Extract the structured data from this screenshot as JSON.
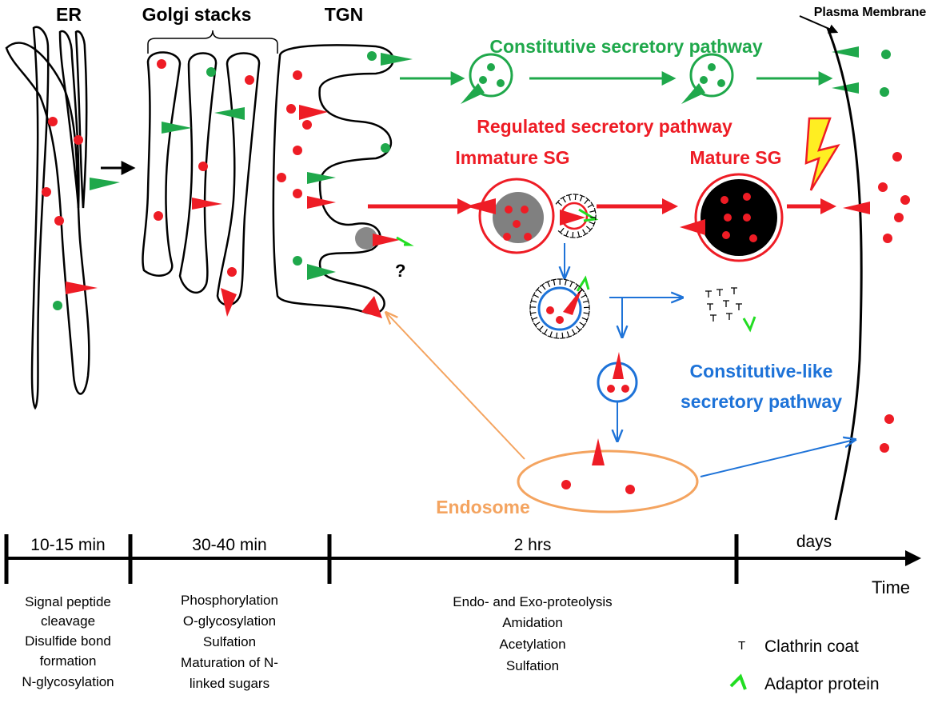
{
  "labels": {
    "er": "ER",
    "golgi": "Golgi stacks",
    "tgn": "TGN",
    "plasma_membrane": "Plasma Membrane",
    "constitutive": "Constitutive secretory pathway",
    "regulated": "Regulated secretory pathway",
    "immature_sg": "Immature SG",
    "mature_sg": "Mature SG",
    "question": "?",
    "constitutive_like_1": "Constitutive-like",
    "constitutive_like_2": "secretory pathway",
    "endosome": "Endosome"
  },
  "colors": {
    "green": "#1fa84b",
    "red": "#ee1c25",
    "blue": "#1e73d8",
    "orange": "#f4a460",
    "black": "#000000",
    "gray": "#808080",
    "yellow": "#ffee22",
    "adaptor": "#22dd22"
  },
  "timeline": {
    "axis_label": "Time",
    "periods": [
      "10-15 min",
      "30-40 min",
      "2 hrs",
      "days"
    ],
    "steps": {
      "er": [
        "Signal peptide",
        "cleavage",
        "Disulfide bond",
        "formation",
        "N-glycosylation"
      ],
      "golgi": [
        "Phosphorylation",
        "O-glycosylation",
        "Sulfation",
        "Maturation of N-",
        "linked sugars"
      ],
      "tgn": [
        "Endo- and Exo-proteolysis",
        "Amidation",
        "Acetylation",
        "Sulfation"
      ]
    }
  },
  "legend": {
    "clathrin_symbol": "T",
    "clathrin_label": "Clathrin coat",
    "adaptor_label": "Adaptor protein"
  }
}
